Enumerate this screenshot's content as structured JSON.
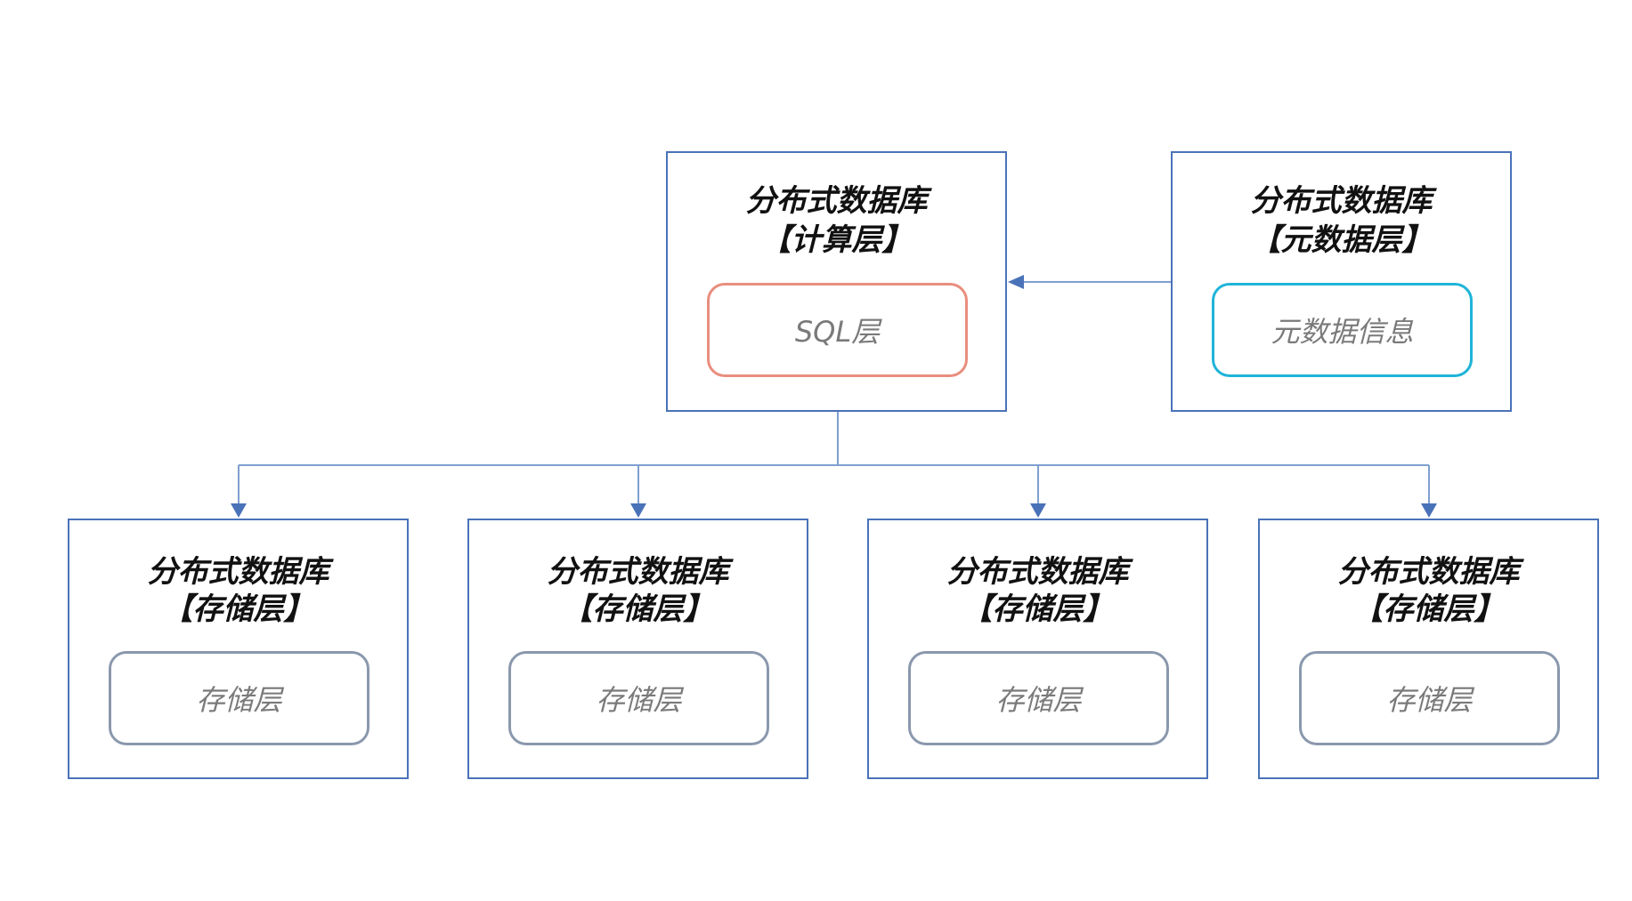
{
  "compute_node": {
    "title": "分布式数据库",
    "subtitle": "【计算层】",
    "inner_label": "SQL层",
    "inner_border_color": "#e98e7e"
  },
  "metadata_node": {
    "title": "分布式数据库",
    "subtitle": "【元数据层】",
    "inner_label": "元数据信息",
    "inner_border_color": "#1fb4d8"
  },
  "storage_nodes": [
    {
      "title": "分布式数据库",
      "subtitle": "【存储层】",
      "inner_label": "存储层"
    },
    {
      "title": "分布式数据库",
      "subtitle": "【存储层】",
      "inner_label": "存储层"
    },
    {
      "title": "分布式数据库",
      "subtitle": "【存储层】",
      "inner_label": "存储层"
    },
    {
      "title": "分布式数据库",
      "subtitle": "【存储层】",
      "inner_label": "存储层"
    }
  ],
  "colors": {
    "node_border": "#4a72b8",
    "connector": "#7f9fcf",
    "arrow_head": "#4a72b8",
    "storage_inner_border": "#8a98ad"
  }
}
